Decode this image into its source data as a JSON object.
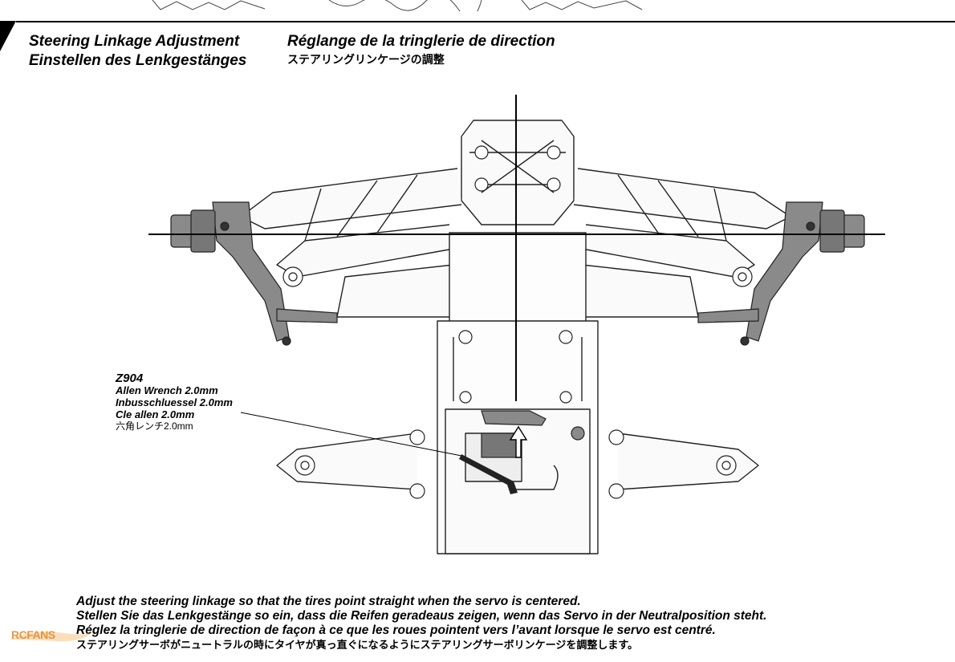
{
  "header": {
    "title_en": "Steering Linkage Adjustment",
    "title_de": "Einstellen des Lenkgestänges",
    "title_fr": "Réglange de la tringlerie de direction",
    "title_ja": "ステアリングリンケージの調整"
  },
  "tool": {
    "code": "Z904",
    "name_en": "Allen Wrench 2.0mm",
    "name_de": "Inbusschluessel 2.0mm",
    "name_fr": "Cle allen 2.0mm",
    "name_ja": "六角レンチ2.0mm"
  },
  "instructions": {
    "en": "Adjust the steering linkage so that the tires point straight when the servo is centered.",
    "de": "Stellen Sie das Lenkgestänge so ein, dass die Reifen geradeaus zeigen, wenn das Servo in der Neutralposition steht.",
    "fr": "Réglez la tringlerie de direction de façon à ce que les roues pointent vers l’avant lorsque le servo est centré.",
    "ja": "ステアリングサーボがニュートラルの時にタイヤが真っ直ぐになるようにステアリングサーボリンケージを調整します。"
  },
  "watermark": {
    "text": "RCFANS"
  },
  "icons": {
    "corner": "corner-marker-icon",
    "wrench": "allen-wrench-icon",
    "arrow": "direction-arrow-icon"
  },
  "colors": {
    "ink": "#000000",
    "part_gray": "#8a8a8a",
    "watermark": "#e07a10"
  }
}
